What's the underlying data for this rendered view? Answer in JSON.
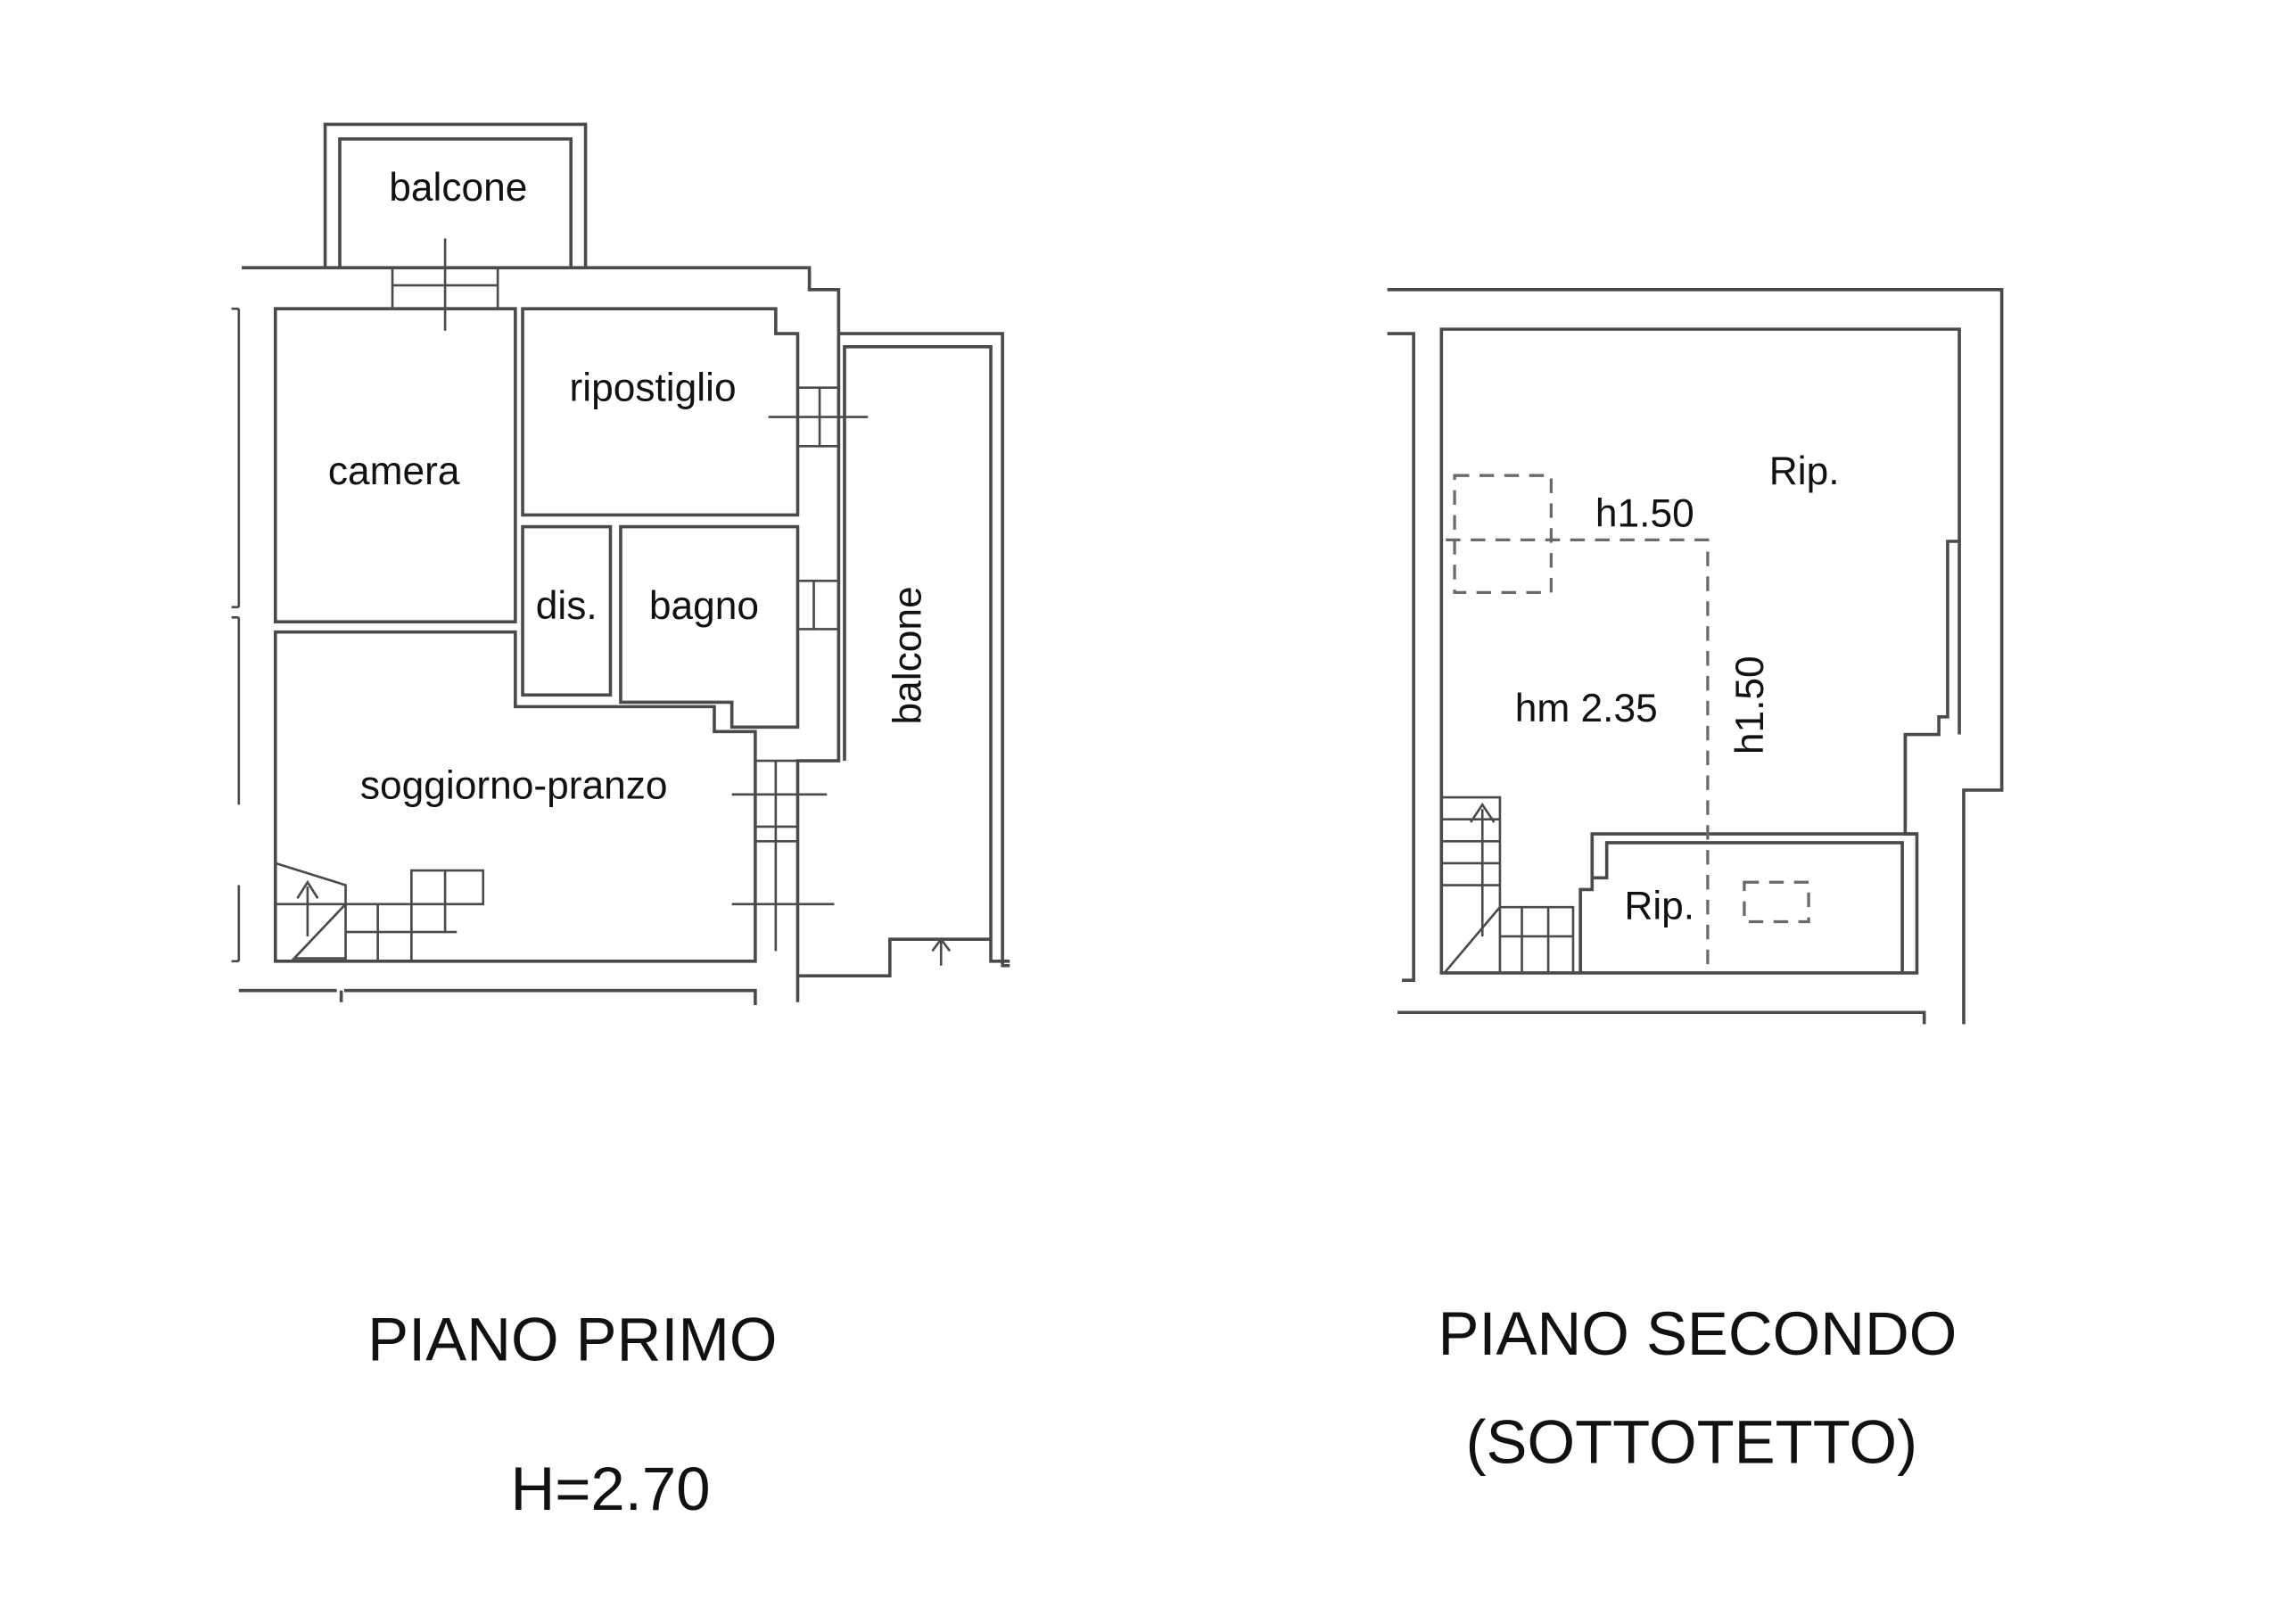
{
  "floor_first": {
    "title": "PIANO PRIMO",
    "height": "H=2.70",
    "rooms": {
      "balcone_top": "balcone",
      "camera": "camera",
      "ripostiglio": "ripostiglio",
      "dis": "dis.",
      "bagno": "bagno",
      "soggiorno": "soggiorno-pranzo",
      "balcone_side": "balcone"
    }
  },
  "floor_second": {
    "title": "PIANO SECONDO",
    "subtitle": "(SOTTOTETTO)",
    "labels": {
      "rip_main": "Rip.",
      "h_horizontal": "h1.50",
      "h_vertical": "h1.50",
      "hm": "hm 2.35",
      "rip_small": "Rip."
    }
  }
}
